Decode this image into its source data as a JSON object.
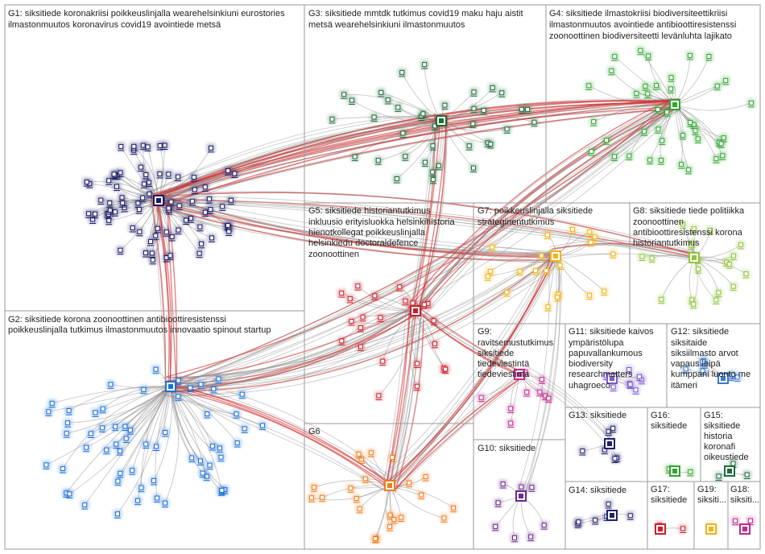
{
  "groups": [
    {
      "id": "G1",
      "label": "G1: siksitiede koronakriisi poikkeuslinjalla wearehelsinkiuni eurostories",
      "label2": "ilmastonmuutos koronavirus covid19 avointiede metsä",
      "color": "#1a1a66"
    },
    {
      "id": "G2",
      "label": "G2: siksitiede korona zoonoottinen antibioottiresistenssi",
      "label2": "poikkeuslinjalla tutkimus ilmastonmuutos innovaatio spinout startup",
      "color": "#1e6fd6"
    },
    {
      "id": "G3",
      "label": "G3: siksitiede mmtdk tutkimus covid19 maku haju aistit",
      "label2": "metsä wearehelsinkiuni ilmastonmuutos",
      "color": "#1f6b3a"
    },
    {
      "id": "G4",
      "label": "G4: siksitiede ilmastokriisi biodiversiteettikriisi",
      "label2": "ilmastonmuutos avointiede antibioottiresistenssi",
      "label3": "zoonoottinen biodiversiteetti levänluhta lajikato",
      "color": "#2ea52e"
    },
    {
      "id": "G5",
      "label": "G5: siksitiede historiantutkimus",
      "label2": "inkluusio erityisluokka helsinkihistoria",
      "label3": "hienotkollegat poikkeuslinjalla",
      "label4": "helsinkiedu doctoraldefence",
      "label5": "zoonoottinen",
      "color": "#c8202a"
    },
    {
      "id": "G6",
      "label": "G6",
      "color": "#f07a1a"
    },
    {
      "id": "G7",
      "label": "G7: poikkeuslinjalla siksitiede",
      "label2": "strateginentutkimus",
      "color": "#f0b419"
    },
    {
      "id": "G8",
      "label": "G8: siksitiede tiede politiikka",
      "label2": "zoonoottinen",
      "label3": "antibioottiresistenssi korona",
      "label4": "historiantutkimus",
      "color": "#8fc43a"
    },
    {
      "id": "G9",
      "label": "G9:",
      "label2": "ravitsemustutkimus",
      "label3": "siksitiede",
      "label4": "tiedeviestintä",
      "label5": "tiedeviestinta",
      "color": "#c02a8c"
    },
    {
      "id": "G10",
      "label": "G10: siksitiede",
      "color": "#6a2a8c"
    },
    {
      "id": "G11",
      "label": "G11: siksitiede kaivos",
      "label2": "ympäristölupa",
      "label3": "papuvallankumous",
      "label4": "biodiversity",
      "label5": "researchmatters",
      "label6": "uhagroeco",
      "color": "#7a5ad0"
    },
    {
      "id": "G12",
      "label": "G12: siksitiede",
      "label2": "siksitaide",
      "label3": "siksiilmasto arvot",
      "label4": "vapaus leipä",
      "label5": "kumppani luonto me",
      "label6": "itämeri",
      "color": "#3a7ad0"
    },
    {
      "id": "G13",
      "label": "G13: siksitiede",
      "color": "#22226a"
    },
    {
      "id": "G14",
      "label": "G14: siksitiede",
      "color": "#22226a"
    },
    {
      "id": "G15",
      "label": "G15:",
      "label2": "siksitiede",
      "label3": "historia",
      "label4": "koronafi",
      "label5": "oikeustiede",
      "color": "#1f6b3a"
    },
    {
      "id": "G16",
      "label": "G16:",
      "label2": "siksitiede",
      "color": "#2ea52e"
    },
    {
      "id": "G17",
      "label": "G17:",
      "label2": "siksitiede",
      "color": "#c8202a"
    },
    {
      "id": "G18",
      "label": "G18:",
      "label2": "siksiti...",
      "color": "#c02a8c"
    },
    {
      "id": "G19",
      "label": "G19:",
      "label2": "siksiti...",
      "color": "#f0b419"
    }
  ],
  "colors": {
    "edge_gray": "#8c8c8c",
    "edge_red": "#d23030",
    "box_border": "#9a9a9a",
    "label_text": "#222222"
  }
}
